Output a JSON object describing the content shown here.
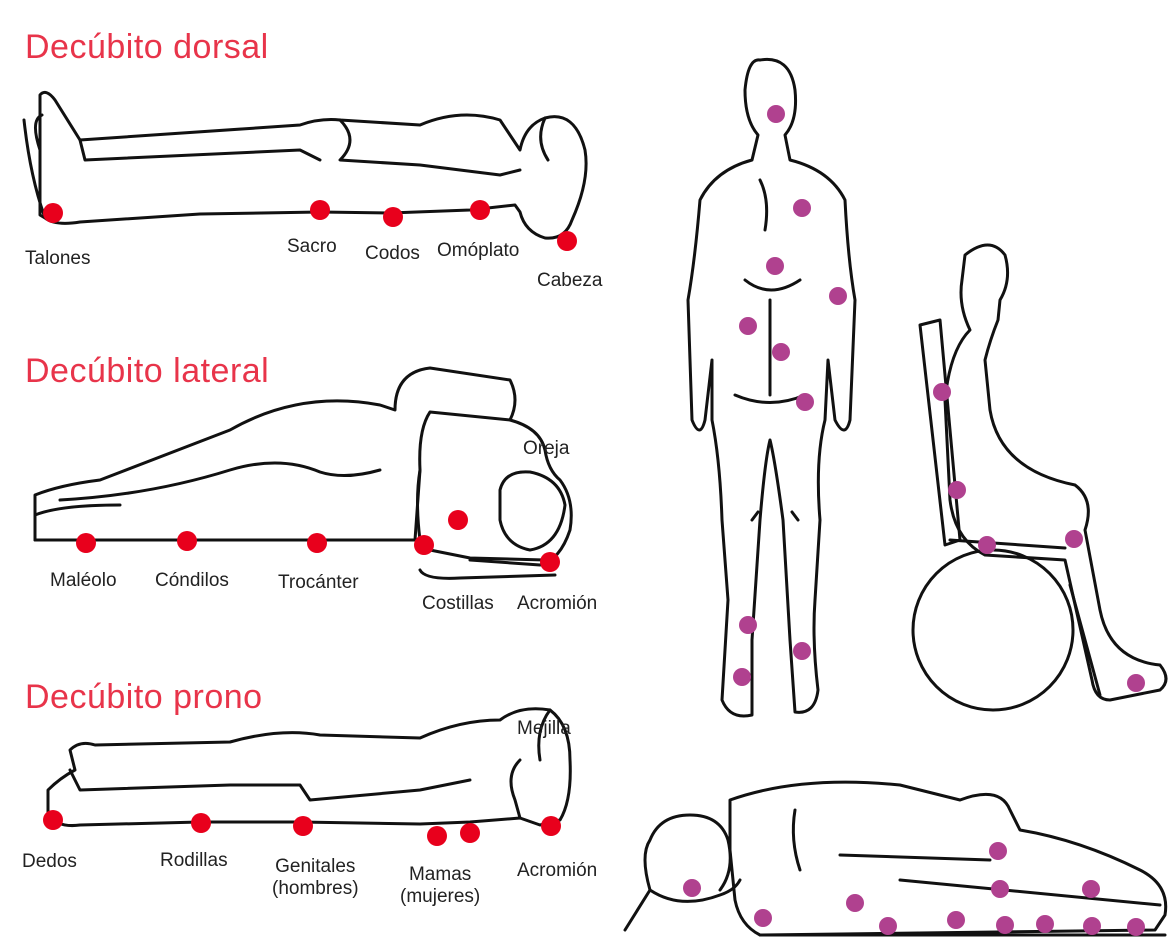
{
  "panels": {
    "dorsal": {
      "heading": "Decúbito dorsal",
      "labels": [
        "Talones",
        "Sacro",
        "Codos",
        "Omóplato",
        "Cabeza"
      ]
    },
    "lateral": {
      "heading": "Decúbito lateral",
      "labels": [
        "Maléolo",
        "Cóndilos",
        "Trocánter",
        "Costillas",
        "Acromión",
        "Oreja"
      ]
    },
    "prono": {
      "heading": "Decúbito prono",
      "labels": [
        "Dedos",
        "Rodillas",
        "Genitales",
        "(hombres)",
        "Mamas",
        "(mujeres)",
        "Acromión",
        "Mejilla"
      ]
    }
  },
  "colors": {
    "pressure_point_left": "#e8001c",
    "pressure_point_right": "#b0418f",
    "heading": "#e8344a",
    "outline": "#111111"
  }
}
